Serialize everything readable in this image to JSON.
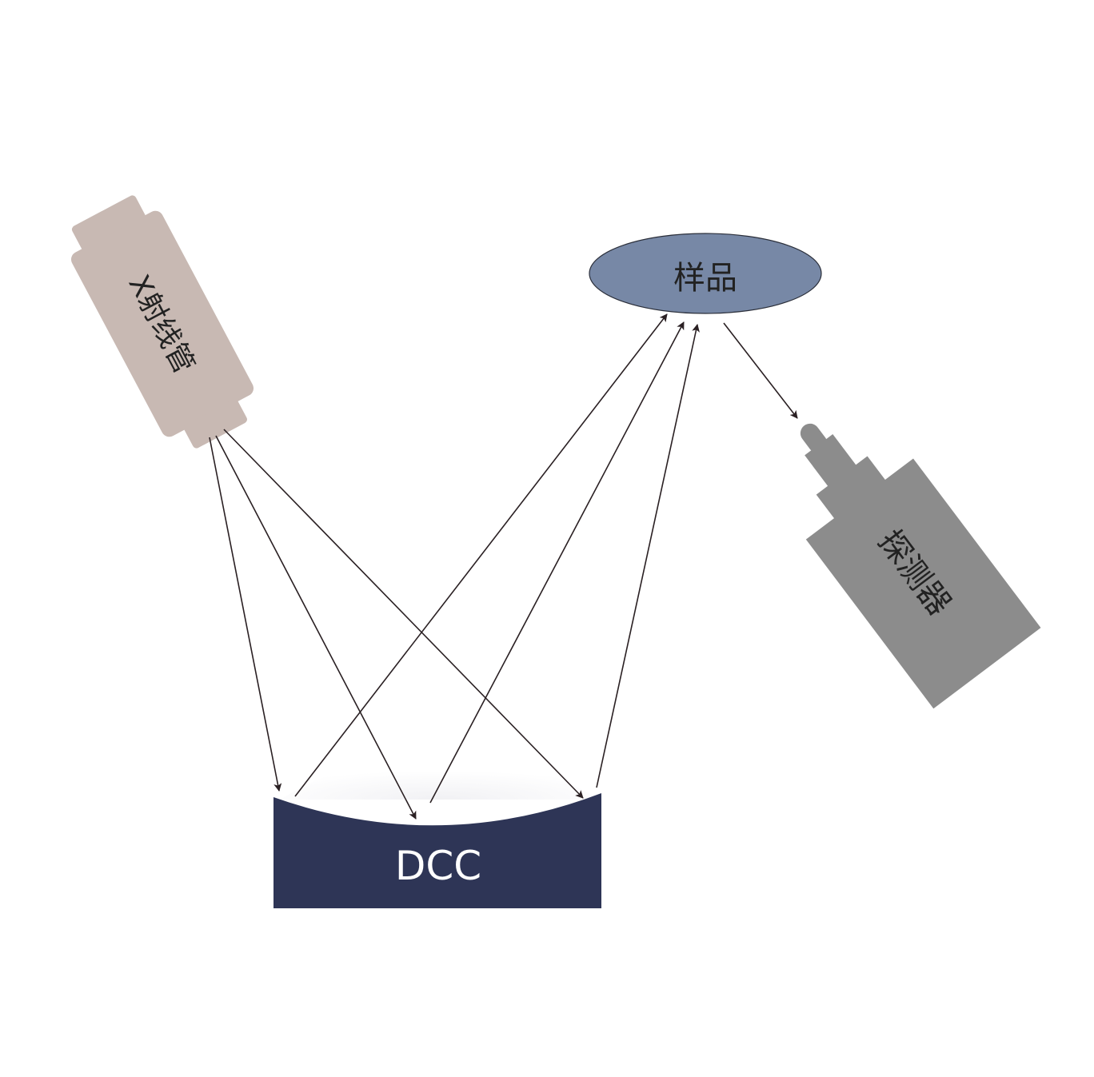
{
  "labels": {
    "xray_tube": "X射线管",
    "sample": "样品",
    "detector": "探测器",
    "dcc": "DCC"
  },
  "colors": {
    "xray_tube": "#c8b9b3",
    "sample": "#7788a6",
    "sample_outline": "#2b2f3a",
    "detector": "#8c8c8c",
    "dcc": "#2e3556",
    "ray": "#2a2023"
  }
}
